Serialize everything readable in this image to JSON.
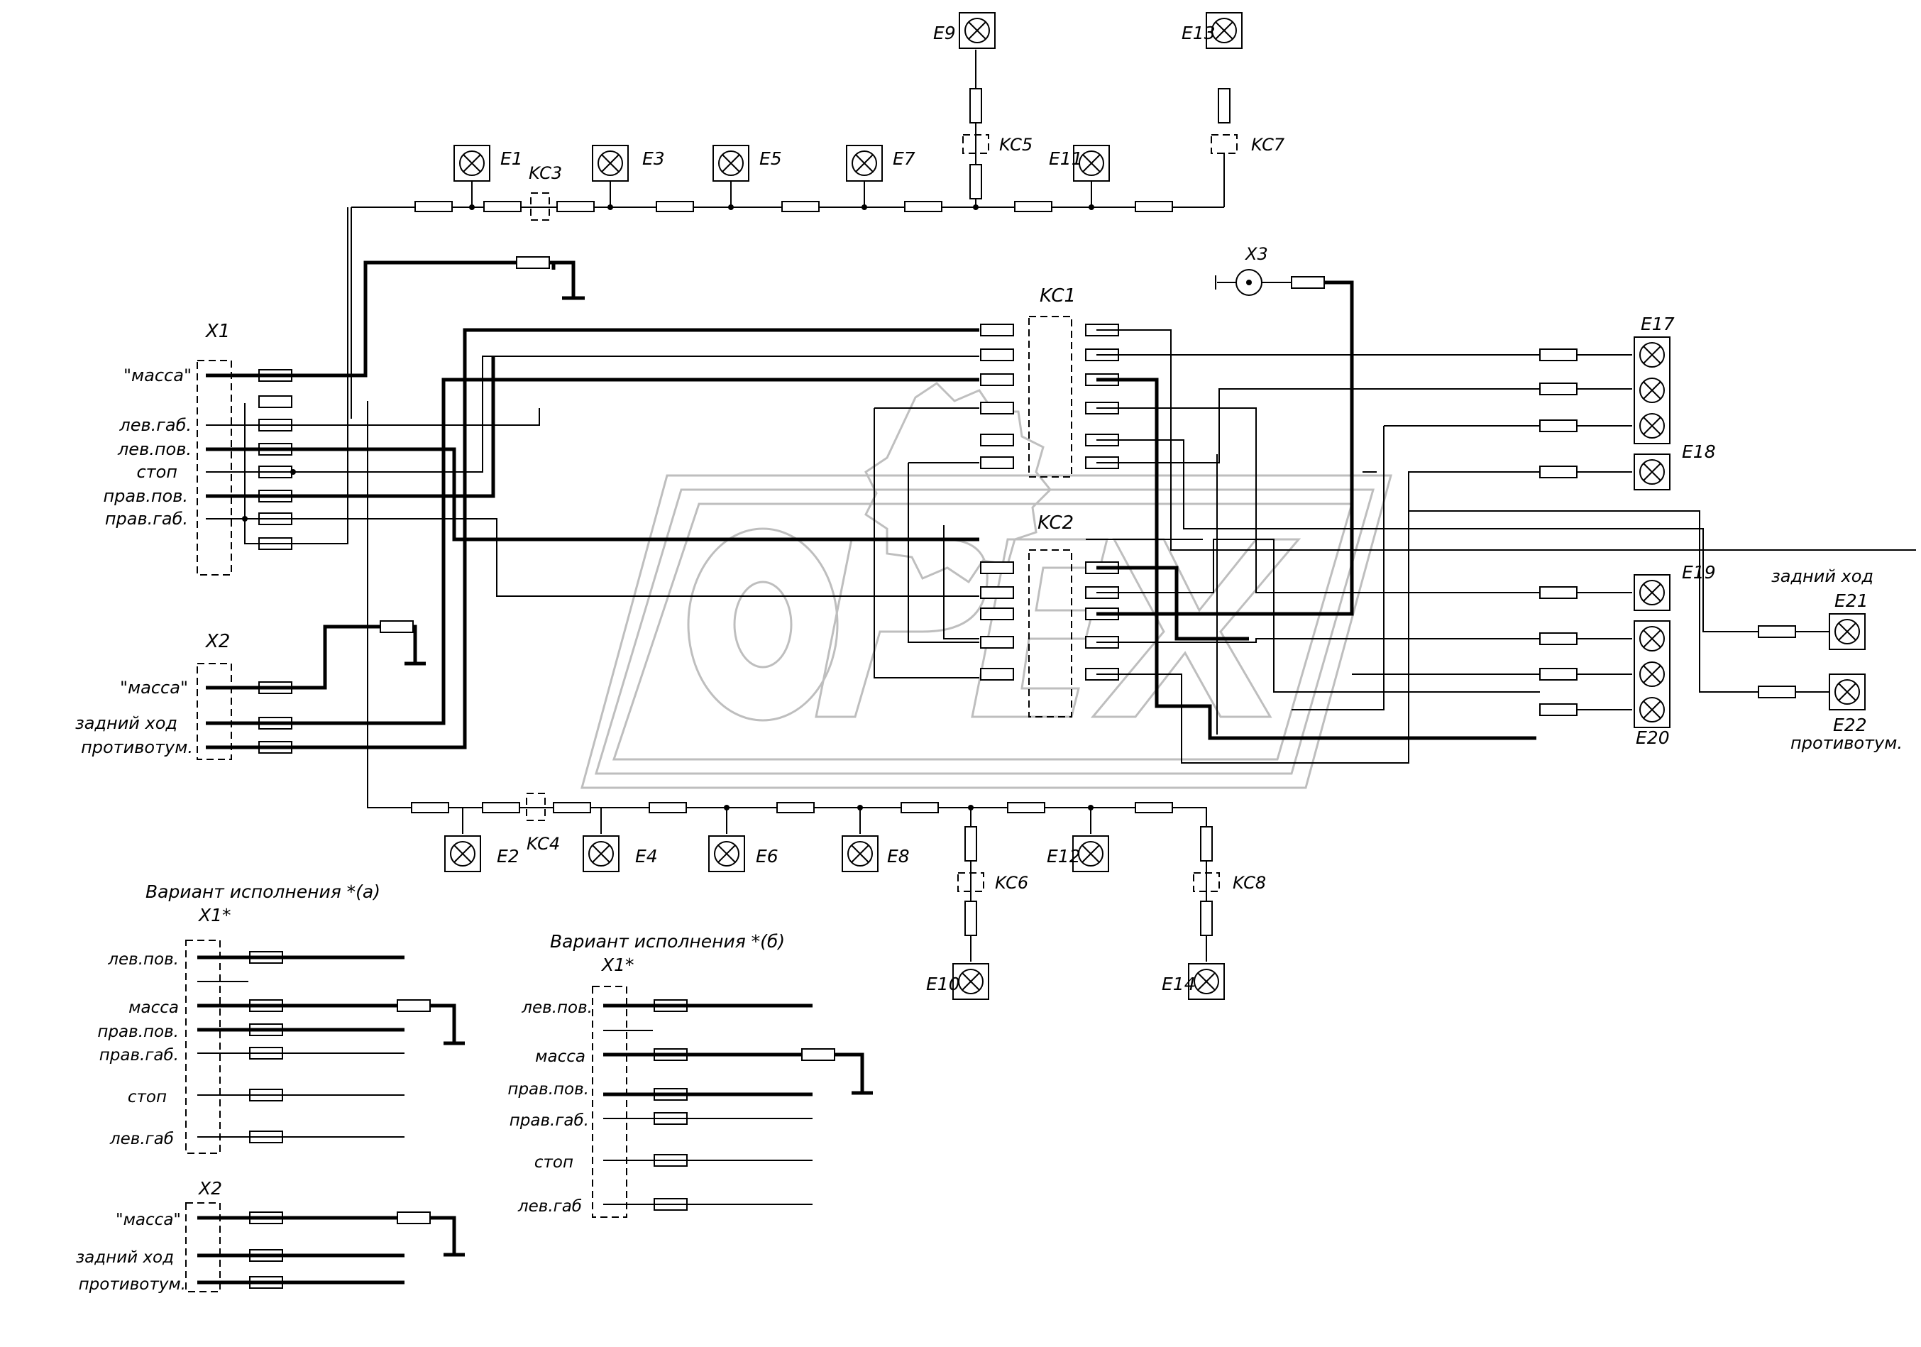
{
  "lamps": [
    {
      "id": "E1",
      "label": "E1"
    },
    {
      "id": "E3",
      "label": "E3"
    },
    {
      "id": "E5",
      "label": "E5"
    },
    {
      "id": "E7",
      "label": "E7"
    },
    {
      "id": "E9",
      "label": "E9"
    },
    {
      "id": "E11",
      "label": "E11"
    },
    {
      "id": "E13",
      "label": "E13"
    },
    {
      "id": "E2",
      "label": "E2"
    },
    {
      "id": "E4",
      "label": "E4"
    },
    {
      "id": "E6",
      "label": "E6"
    },
    {
      "id": "E8",
      "label": "E8"
    },
    {
      "id": "E12",
      "label": "E12"
    },
    {
      "id": "E10",
      "label": "E10"
    },
    {
      "id": "E14",
      "label": "E14"
    },
    {
      "id": "E17",
      "label": "E17"
    },
    {
      "id": "E18",
      "label": "E18"
    },
    {
      "id": "E19",
      "label": "E19"
    },
    {
      "id": "E20",
      "label": "E20"
    },
    {
      "id": "E21",
      "label": "E21"
    },
    {
      "id": "E22",
      "label": "E22"
    }
  ],
  "connectors": {
    "KC1": "KC1",
    "KC2": "KC2",
    "KC3": "KC3",
    "KC4": "KC4",
    "KC5": "KC5",
    "KC6": "KC6",
    "KC7": "KC7",
    "KC8": "KC8",
    "X3": "X3"
  },
  "x1": {
    "title": "X1",
    "pins": [
      "\"масса\"",
      "лев.габ.",
      "лев.пов.",
      "стоп",
      "прав.пов.",
      "прав.габ."
    ]
  },
  "x2": {
    "title": "X2",
    "pins": [
      "\"масса\"",
      "задний ход",
      "противотум."
    ]
  },
  "right_labels": {
    "reverse": "задний ход",
    "fog": "противотум."
  },
  "variant_a": {
    "heading": "Вариант исполнения *(а)",
    "x1_title": "X1*",
    "x1_pins": [
      "лев.пов.",
      "масса",
      "прав.пов.",
      "прав.габ.",
      "стоп",
      "лев.габ"
    ],
    "x2_title": "X2",
    "x2_pins": [
      "\"масса\"",
      "задний ход",
      "противотум."
    ]
  },
  "variant_b": {
    "heading": "Вариант исполнения *(б)",
    "x1_title": "X1*",
    "x1_pins": [
      "лев.пов.",
      "масса",
      "прав.пов.",
      "прав.габ.",
      "стоп",
      "лев.габ"
    ]
  },
  "watermark": "OPEX",
  "colors": {
    "line": "#000000",
    "watermark": "#9a9a9a",
    "background": "#ffffff"
  }
}
